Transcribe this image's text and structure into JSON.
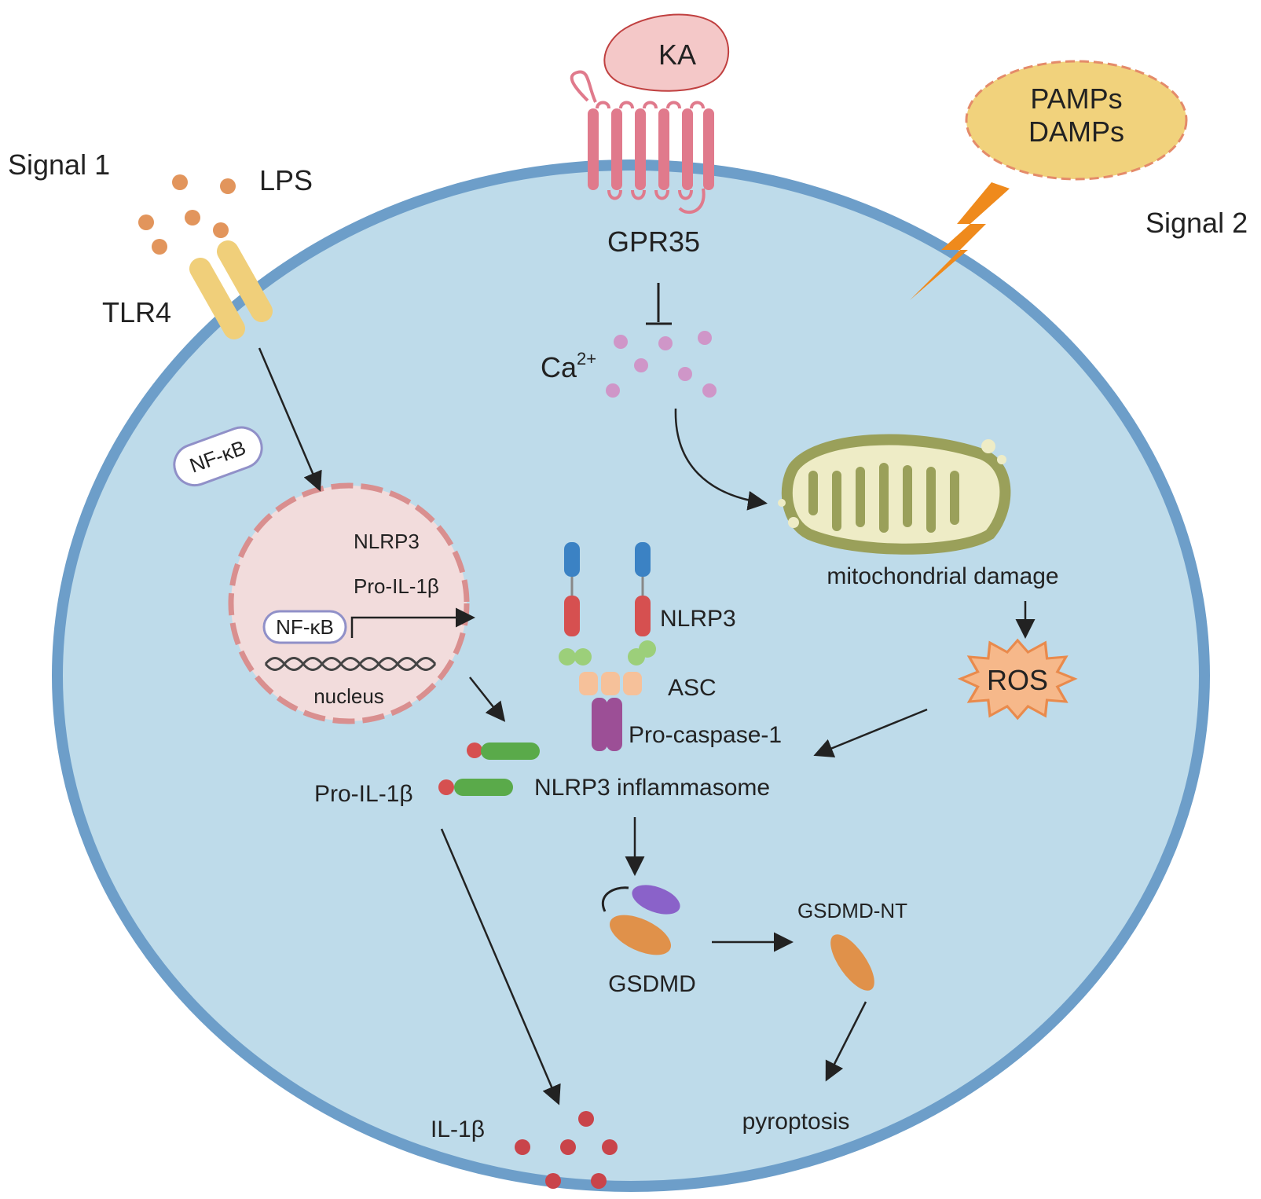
{
  "labels": {
    "signal1": "Signal 1",
    "lps": "LPS",
    "tlr4": "TLR4",
    "ka": "KA",
    "gpr35": "GPR35",
    "pamps": "PAMPs",
    "damps": "DAMPs",
    "signal2": "Signal 2",
    "ca": "Ca",
    "ca_sup": "2+",
    "nfkb_free": "NF-κB",
    "nfkb_nucleus": "NF-κB",
    "nlrp3_gene": "NLRP3",
    "pro_il1b_gene": "Pro-IL-1β",
    "nucleus": "nucleus",
    "nlrp3_protein": "NLRP3",
    "asc": "ASC",
    "pro_caspase1": "Pro-caspase-1",
    "mito_damage": "mitochondrial damage",
    "ros": "ROS",
    "pro_il1b_protein": "Pro-IL-1β",
    "inflammasome": "NLRP3 inflammasome",
    "gsdmd": "GSDMD",
    "gsdmd_nt": "GSDMD-NT",
    "il1b": "IL-1β",
    "pyroptosis": "pyroptosis"
  },
  "colors": {
    "cell_fill": "#bedbea",
    "membrane": "#6d9ec9",
    "lps_dot": "#e2955c",
    "tlr4": "#f0cf7a",
    "gpr35": "#e07a8c",
    "ka_fill": "#f4c8c8",
    "pamps_fill": "#f1d27c",
    "lightning": "#ef8a1c",
    "ca_dot": "#cf96c8",
    "nucleus_fill": "#f2dcdc",
    "nucleus_border": "#d98f8f",
    "mito": "#9aa05a",
    "ros": "#f6b88a",
    "il1b_dot": "#c9444a",
    "green": "#5aaa4a",
    "red": "#d65050",
    "blue": "#3b82c4",
    "light_green": "#9ccf7a",
    "peach": "#f6c19a",
    "purple": "#9c4f96",
    "gsdmd_orange": "#e0914a",
    "gsdmd_purple": "#8a62c9"
  }
}
